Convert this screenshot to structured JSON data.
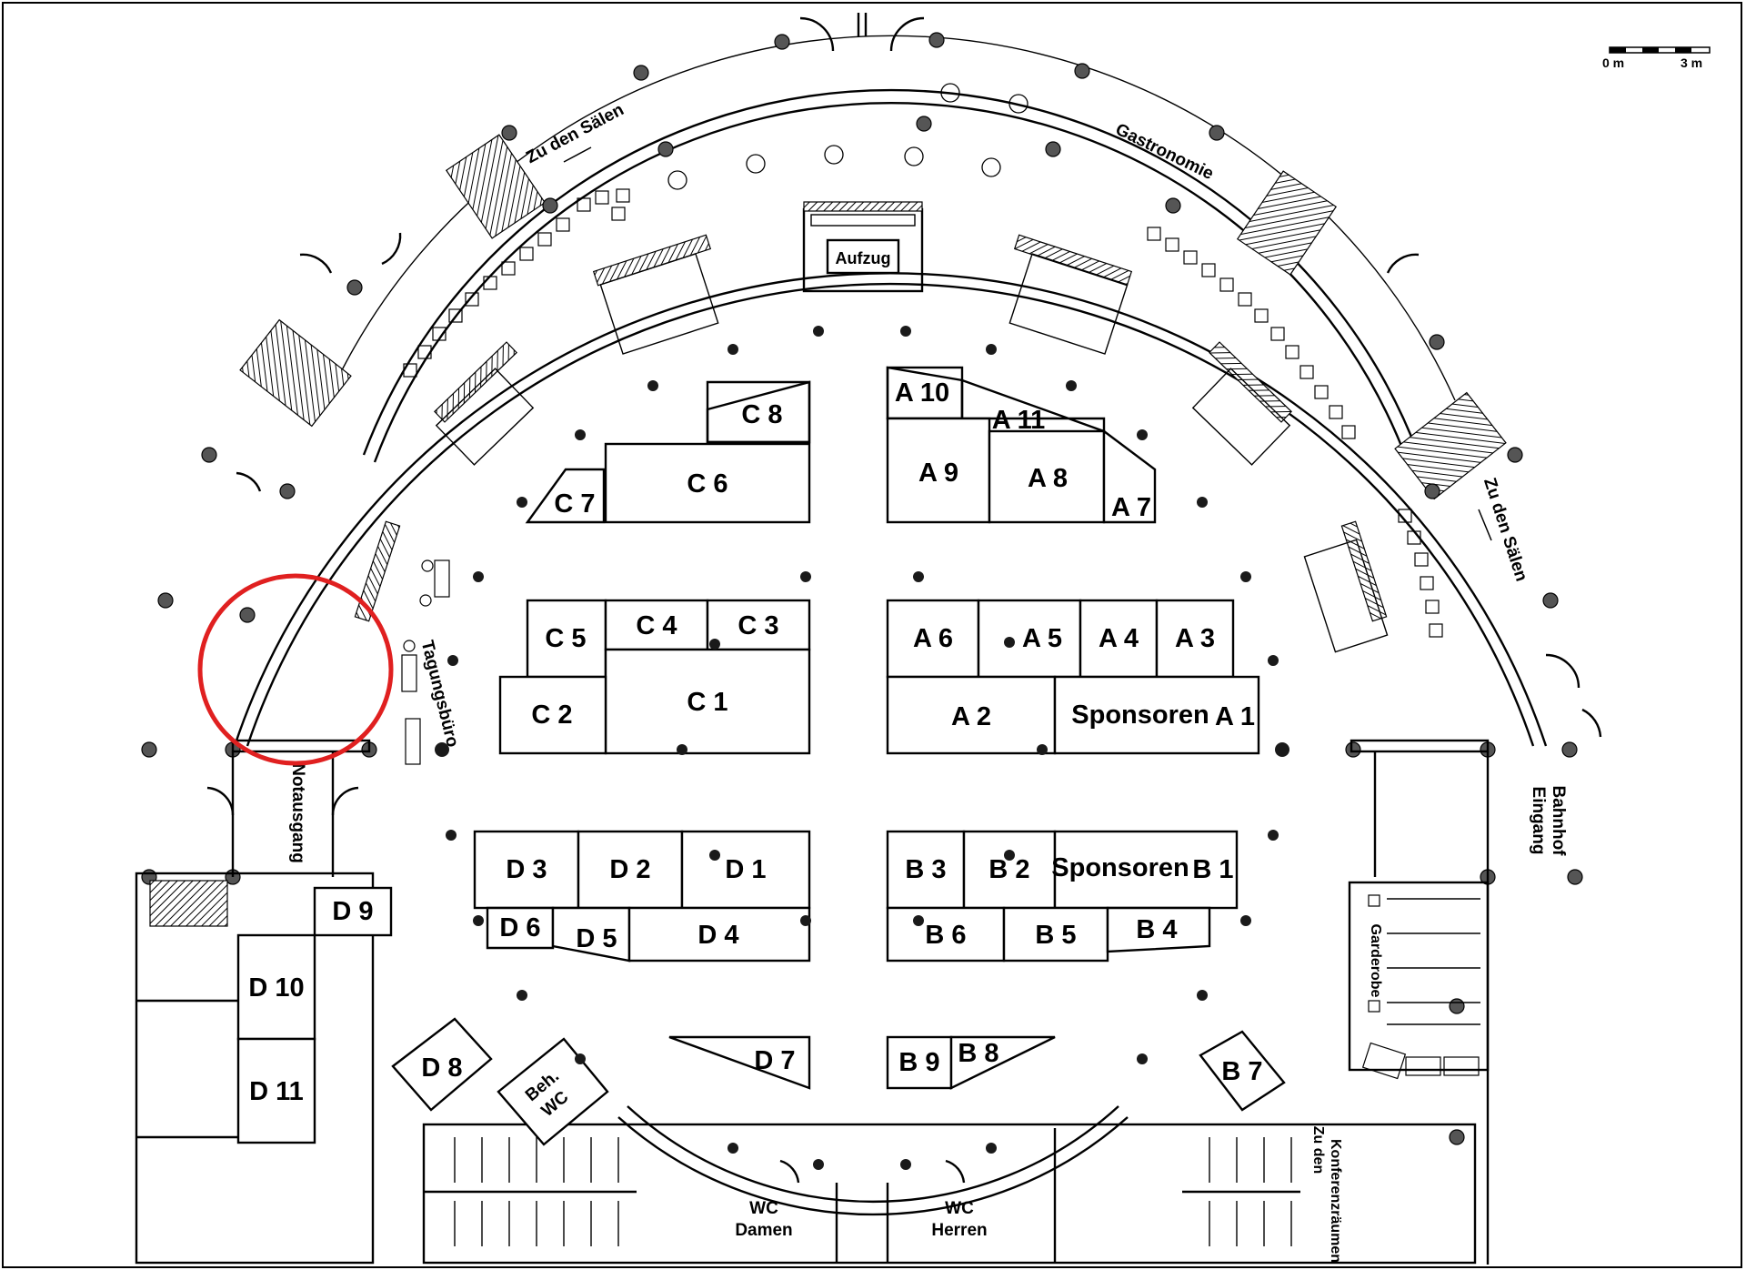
{
  "booths": {
    "A1": "A 1",
    "A2": "A 2",
    "A3": "A 3",
    "A4": "A 4",
    "A5": "A 5",
    "A6": "A 6",
    "A7": "A 7",
    "A8": "A 8",
    "A9": "A 9",
    "A10": "A 10",
    "A11": "A 11",
    "B1": "B 1",
    "B2": "B 2",
    "B3": "B 3",
    "B4": "B 4",
    "B5": "B 5",
    "B6": "B 6",
    "B7": "B 7",
    "B8": "B 8",
    "B9": "B 9",
    "C1": "C 1",
    "C2": "C 2",
    "C3": "C 3",
    "C4": "C 4",
    "C5": "C 5",
    "C6": "C 6",
    "C7": "C 7",
    "C8": "C 8",
    "D1": "D 1",
    "D2": "D 2",
    "D3": "D 3",
    "D4": "D 4",
    "D5": "D 5",
    "D6": "D 6",
    "D7": "D 7",
    "D8": "D 8",
    "D9": "D 9",
    "D10": "D 10",
    "D11": "D 11"
  },
  "sponsors": {
    "a_side": "Sponsoren",
    "b_side": "Sponsoren"
  },
  "rooms": {
    "elevator": "Aufzug",
    "gastronomie": "Gastronomie",
    "to_halls_left": "Zu den Sälen",
    "to_halls_right": "Zu den Sälen",
    "conference_office": "Tagungsbüro",
    "emergency_exit": "Notausgang",
    "entrance_line1": "Eingang",
    "entrance_line2": "Bahnhof",
    "cloakroom": "Garderobe",
    "wc_women_line1": "WC",
    "wc_women_line2": "Damen",
    "wc_men_line1": "WC",
    "wc_men_line2": "Herren",
    "wc_disabled_line1": "Beh.",
    "wc_disabled_line2": "WC",
    "conference_rooms_line1": "Zu den",
    "conference_rooms_line2": "Konferenzräumen"
  },
  "scale": {
    "start": "0 m",
    "end": "3 m"
  },
  "highlight": {
    "shape": "circle",
    "color": "#e02020",
    "target": "emergency-exit-area"
  }
}
